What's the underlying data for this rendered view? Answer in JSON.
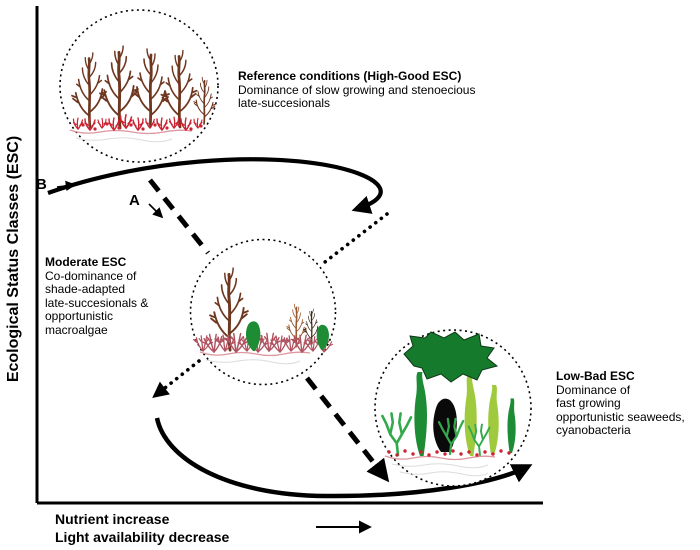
{
  "figure": {
    "y_axis_label": "Ecological Status Classes (ESC)",
    "x_axis_label_line1": "Nutrient increase",
    "x_axis_label_line2": "Light availability decrease",
    "marker_b": "B",
    "marker_a": "A"
  },
  "annotations": {
    "reference": {
      "title": "Reference conditions (High-Good ESC)",
      "lines": [
        "Dominance of slow growing and stenoecious",
        "late-succesionals"
      ]
    },
    "moderate": {
      "title": "Moderate ESC",
      "lines": [
        "Co-dominance of",
        "shade-adapted",
        "late-succesionals &",
        "opportunistic",
        "macroalgae"
      ]
    },
    "low_bad": {
      "title": "Low-Bad ESC",
      "lines": [
        "Dominance of",
        "fast growing",
        "opportunistic seaweeds,",
        "cyanobacteria"
      ]
    }
  },
  "colors": {
    "line": "#000000",
    "kelp_brown": "#6e371f",
    "kelp_brown_light": "#9a5a30",
    "twig_dark": "#3d2b1a",
    "red_algae": "#cc2333",
    "pink_algae": "#b05260",
    "substrate_pink": "#dc97a0",
    "substrate_faint": "#dcdcdc",
    "green_dark": "#1e8c34",
    "green_blob": "#157a2b",
    "green_light": "#9fca3e",
    "green_tuft": "#33a94b",
    "black_algae": "#0a0a0a"
  }
}
